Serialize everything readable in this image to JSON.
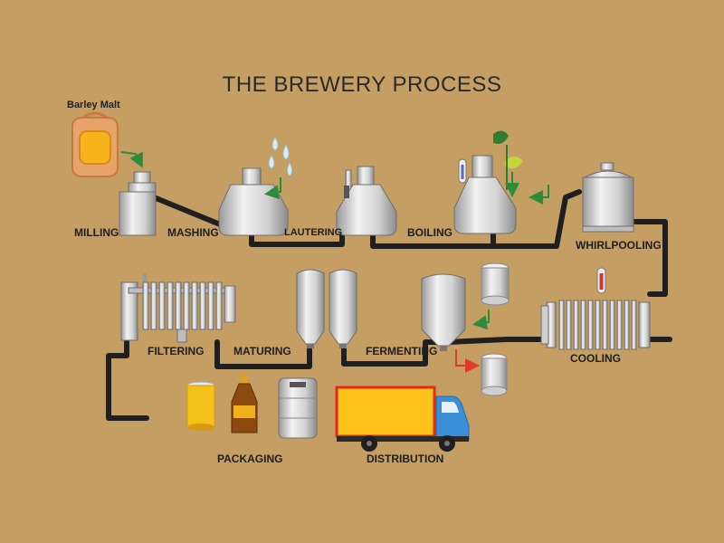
{
  "title": "THE BREWERY PROCESS",
  "labels": {
    "barley_malt": "Barley Malt",
    "milling": "MILLING",
    "mashing": "MASHING",
    "lautering": "LAUTERING",
    "boiling": "BOILING",
    "whirlpooling": "WHIRLPOOLING",
    "cooling": "COOLING",
    "fermenting": "FERMENTING",
    "maturing": "MATURING",
    "filtering": "FILTERING",
    "packaging": "PACKAGING",
    "distribution": "DISTRIBUTION"
  },
  "icons": [
    "barley-malt-sack-icon",
    "mill-icon",
    "mash-tun-icon",
    "water-drops-icon",
    "lauter-tun-icon",
    "boil-kettle-icon",
    "hops-icon",
    "whirlpool-tank-icon",
    "heat-exchanger-icon",
    "thermometer-icon",
    "fermenter-icon",
    "yeast-container-icon",
    "maturing-tanks-icon",
    "filter-press-icon",
    "beer-can-icon",
    "beer-bottle-icon",
    "keg-icon",
    "delivery-truck-icon"
  ],
  "colors": {
    "background": "#c59e64",
    "pipe": "#1f1f1f",
    "tank": "#d9d9d9",
    "green_arrow": "#2e8b3a",
    "red_arrow": "#e03a2a",
    "truck_cargo": "#ffc21a",
    "truck_cab": "#3b8fd6"
  }
}
